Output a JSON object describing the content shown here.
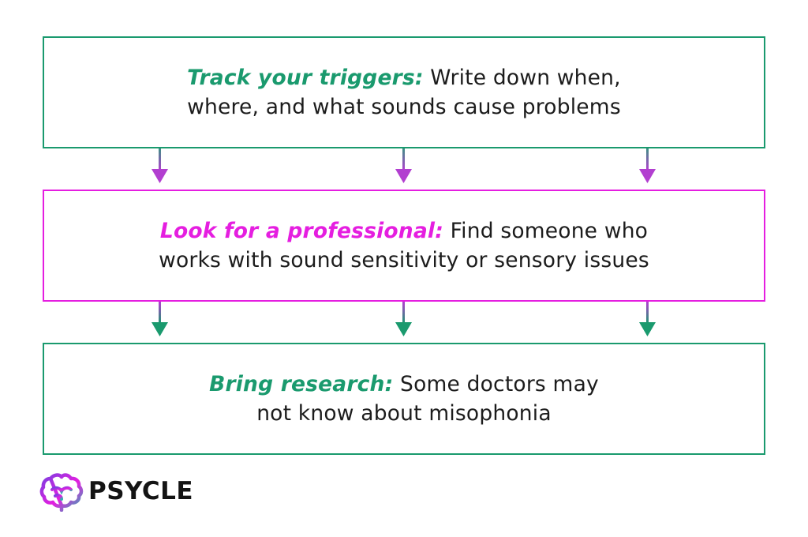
{
  "steps": [
    {
      "highlight": "Track your triggers:",
      "line1_rest": " Write down when,",
      "line2": "where, and what sounds cause problems"
    },
    {
      "highlight": "Look for a professional:",
      "line1_rest": " Find someone who",
      "line2": "works with sound sensitivity or sensory issues"
    },
    {
      "highlight": "Bring research:",
      "line1_rest": " Some doctors may",
      "line2": "not know about misophonia"
    }
  ],
  "brand": {
    "name": "PSYCLE",
    "icon": "brain-icon"
  },
  "colors": {
    "green": "#1a9a6e",
    "magenta": "#e51ee0",
    "arrow_top": "#3f8f86",
    "arrow_bottom": "#b23fd0",
    "text": "#1c1c1c"
  }
}
